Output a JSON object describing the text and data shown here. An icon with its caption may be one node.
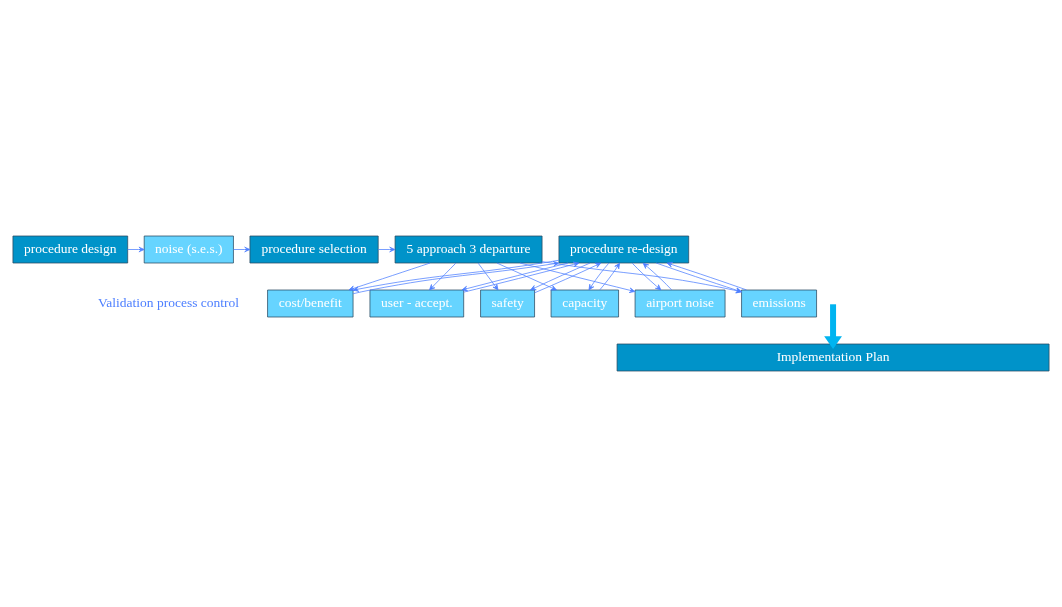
{
  "diagram": {
    "nodes": [
      {
        "text": [
          "procedure design"
        ]
      },
      {
        "text": [
          "noise (s.e.s.)"
        ]
      },
      {
        "text": [
          "procedure selection"
        ]
      },
      {
        "text": [
          "5 approach 3 departure"
        ]
      },
      {
        "text": [
          "user - accept."
        ]
      },
      {
        "text": [
          "safety"
        ]
      },
      {
        "text": [
          "procedure re-design"
        ]
      },
      {
        "text": [
          "capacity"
        ]
      },
      {
        "text": [
          "airport noise"
        ]
      },
      {
        "text": [
          "emissions"
        ]
      },
      {
        "text": [
          "cost/benefit"
        ]
      },
      {
        "text": [
          "Implementation Plan"
        ]
      }
    ],
    "edges": [
      {
        "from": 0,
        "to": 1,
        "arrow": "to"
      },
      {
        "from": 1,
        "to": 2,
        "arrow": "to"
      },
      {
        "from": 2,
        "to": 3,
        "arrow": "to"
      },
      {
        "from": 3,
        "to": 4,
        "arrow": "to"
      },
      {
        "from": 3,
        "to": 5,
        "arrow": "to"
      },
      {
        "from": 3,
        "to": 7,
        "arrow": "to"
      },
      {
        "from": 3,
        "to": 8,
        "arrow": "to"
      },
      {
        "from": 3,
        "to": 9,
        "arrow": "to"
      },
      {
        "from": 3,
        "to": 10,
        "arrow": "to"
      },
      {
        "from": 4,
        "to": 6,
        "arrow": "to"
      },
      {
        "from": 5,
        "to": 6,
        "arrow": "to"
      },
      {
        "from": 7,
        "to": 6,
        "arrow": "to"
      },
      {
        "from": 8,
        "to": 6,
        "arrow": "to"
      },
      {
        "from": 9,
        "to": 6,
        "arrow": "to"
      },
      {
        "from": 10,
        "to": 6,
        "arrow": "to"
      },
      {
        "from": 6,
        "to": 4,
        "arrow": "to"
      },
      {
        "from": 6,
        "to": 5,
        "arrow": "to"
      },
      {
        "from": 6,
        "to": 7,
        "arrow": "to"
      },
      {
        "from": 6,
        "to": 8,
        "arrow": "to"
      },
      {
        "from": 6,
        "to": 9,
        "arrow": "to"
      },
      {
        "from": 6,
        "to": 10,
        "arrow": "to"
      },
      {
        "from": null,
        "to": 11,
        "arrow": "to",
        "style": "thick",
        "color": "#00b4f0"
      }
    ],
    "labels": [
      "Validation process control"
    ]
  }
}
